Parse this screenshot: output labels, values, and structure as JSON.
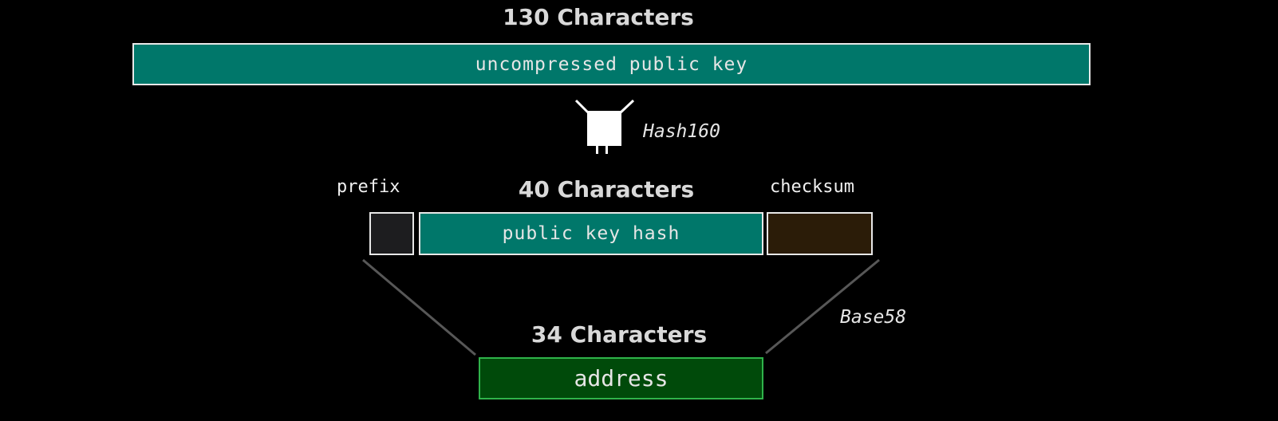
{
  "uncompressed": {
    "heading": "130 Characters",
    "box_label": "uncompressed public key"
  },
  "hash_step": {
    "label": "Hash160",
    "icon": "funnel-hash-icon"
  },
  "hashed": {
    "heading": "40 Characters",
    "prefix_label": "prefix",
    "checksum_label": "checksum",
    "box_label": "public key hash"
  },
  "encode_step": {
    "label": "Base58"
  },
  "address": {
    "heading": "34 Characters",
    "box_label": "address"
  },
  "colors": {
    "background": "#000000",
    "teal": "#00776a",
    "prefix_fill": "#1d1d1f",
    "checksum_fill": "#2b1c08",
    "address_fill": "#004a0a",
    "address_border": "#2fb34a"
  }
}
